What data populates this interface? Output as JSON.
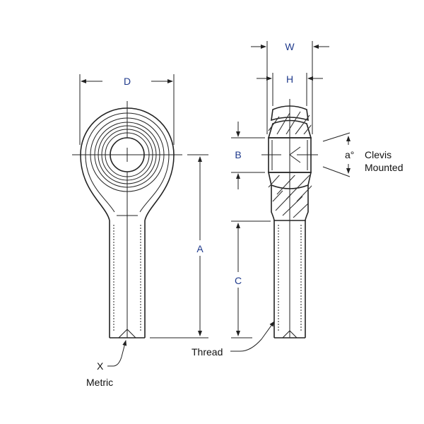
{
  "labels": {
    "D": "D",
    "W": "W",
    "H": "H",
    "B": "B",
    "A": "A",
    "C": "C",
    "angle": "a°",
    "clevis_line1": "Clevis",
    "clevis_line2": "Mounted",
    "thread": "Thread",
    "x": "X",
    "metric": "Metric"
  },
  "colors": {
    "dimension_label": "#1f3a8c",
    "line": "#222222"
  }
}
